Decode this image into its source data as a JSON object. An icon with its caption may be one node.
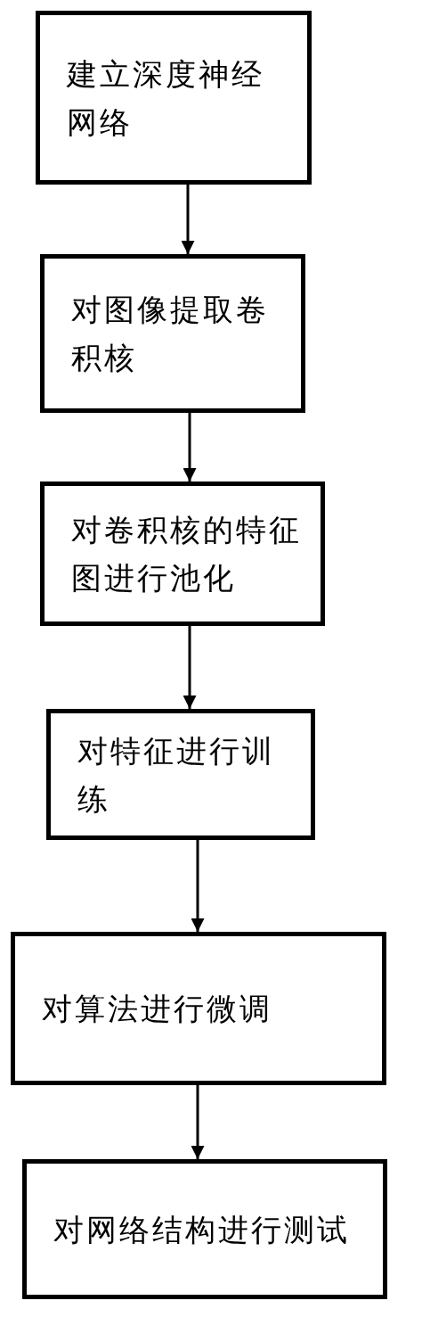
{
  "diagram": {
    "nodes": [
      {
        "text": [
          "建立深度神经网络"
        ]
      },
      {
        "text": [
          "对图像提取卷积核"
        ]
      },
      {
        "text": [
          "对卷积核的特征图进行池化"
        ]
      },
      {
        "text": [
          "对特征进行训练"
        ]
      },
      {
        "text": [
          "对算法进行微调"
        ]
      },
      {
        "text": [
          "对网络结构进行测试"
        ]
      }
    ],
    "edges": [
      {
        "from": 0,
        "to": 1,
        "arrow": "to"
      },
      {
        "from": 1,
        "to": 2,
        "arrow": "to"
      },
      {
        "from": 2,
        "to": 3,
        "arrow": "to"
      },
      {
        "from": 3,
        "to": 4,
        "arrow": "to"
      },
      {
        "from": 4,
        "to": 5,
        "arrow": "to"
      }
    ]
  }
}
